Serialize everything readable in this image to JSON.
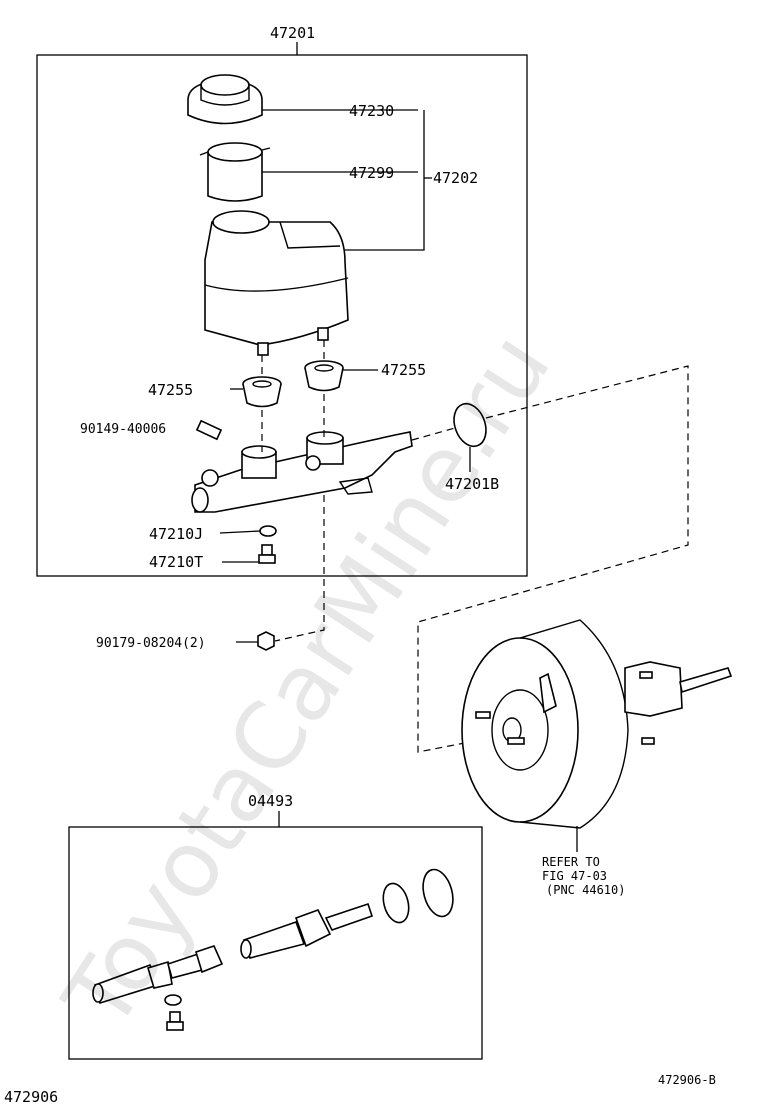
{
  "labels": {
    "assembly_main": "47201",
    "cap": "47230",
    "strainer": "47299",
    "reservoir_group": "47202",
    "grommet_left": "47255",
    "grommet_right": "47255",
    "union_bolt": "90149-40006",
    "oring": "47201B",
    "plug_j": "47210J",
    "plug_t": "47210T",
    "nut": "90179-08204(2)",
    "kit": "04493",
    "refer_line1": "REFER TO",
    "refer_line2": "FIG 47-03",
    "refer_line3": "(PNC 44610)",
    "figure_number": "472906",
    "figure_code": "472906-B"
  },
  "watermark": "ToyotaCarMine.ru",
  "colors": {
    "ink": "#000000",
    "paper": "#ffffff"
  }
}
